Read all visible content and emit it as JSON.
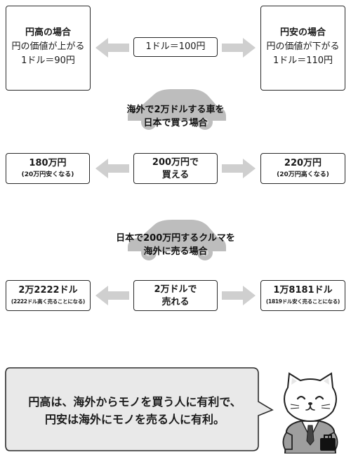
{
  "section1": {
    "left": {
      "title": "円高の場合",
      "line1": "円の価値が上がる",
      "line2": "1ドル＝90円"
    },
    "center": "1ドル＝100円",
    "right": {
      "title": "円安の場合",
      "line1": "円の価値が下がる",
      "line2": "1ドル＝110円"
    }
  },
  "section2": {
    "caption": [
      "海外で2万ドルする車を",
      "日本で買う場合"
    ],
    "left": {
      "main": "180万円",
      "sub": "(20万円安くなる)"
    },
    "center": [
      "200万円で",
      "買える"
    ],
    "right": {
      "main": "220万円",
      "sub": "(20万円高くなる)"
    }
  },
  "section3": {
    "caption": [
      "日本で200万円するクルマを",
      "海外に売る場合"
    ],
    "left": {
      "main": "2万2222ドル",
      "sub": "(2222ドル高く売ることになる)"
    },
    "center": [
      "2万ドルで",
      "売れる"
    ],
    "right": {
      "main": "1万8181ドル",
      "sub": "(1819ドル安く売ることになる)"
    }
  },
  "summary": [
    "円高は、海外からモノを買う人に有利で、",
    "円安は海外にモノを売る人に有利。"
  ],
  "colors": {
    "arrow": "#cfcfcf",
    "car": "#bdbdbd",
    "border": "#2a2a2a"
  }
}
